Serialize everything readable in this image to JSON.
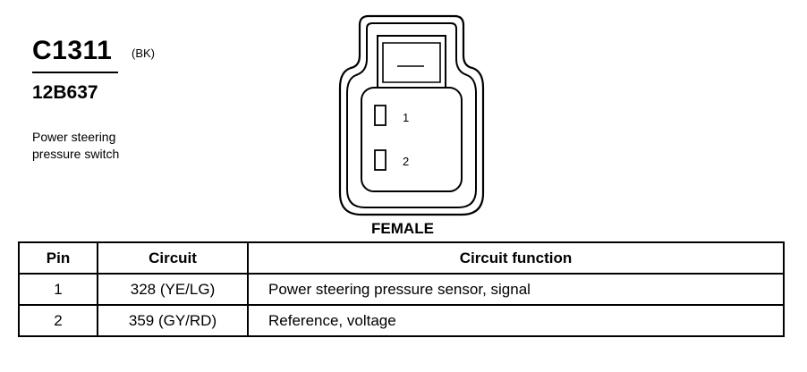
{
  "header": {
    "connector_id": "C1311",
    "color_code": "(BK)",
    "part_number": "12B637",
    "description_lines": [
      "Power steering",
      "pressure switch"
    ]
  },
  "connector": {
    "gender": "FEMALE",
    "pins": [
      "1",
      "2"
    ]
  },
  "table": {
    "columns": [
      "Pin",
      "Circuit",
      "Circuit function"
    ],
    "rows": [
      {
        "pin": "1",
        "circuit": "328 (YE/LG)",
        "function": "Power steering pressure sensor, signal"
      },
      {
        "pin": "2",
        "circuit": "359 (GY/RD)",
        "function": "Reference, voltage"
      }
    ]
  }
}
